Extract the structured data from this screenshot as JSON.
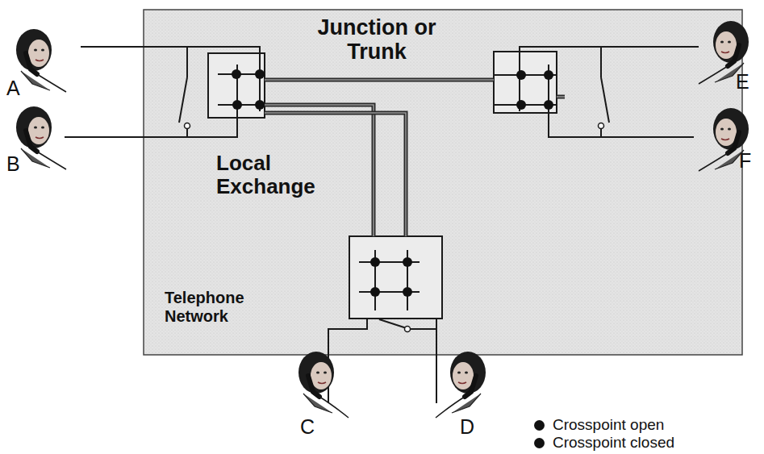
{
  "diagram": {
    "nodes": [
      {
        "text": [
          "Telephone Network"
        ]
      }
    ],
    "labels": [
      "Junction or Trunk",
      "Local Exchange",
      "A",
      "B",
      "E",
      "F",
      "C",
      "D"
    ],
    "legend": [
      {
        "text": "Crosspoint open"
      },
      {
        "text": "Crosspoint closed"
      }
    ]
  }
}
